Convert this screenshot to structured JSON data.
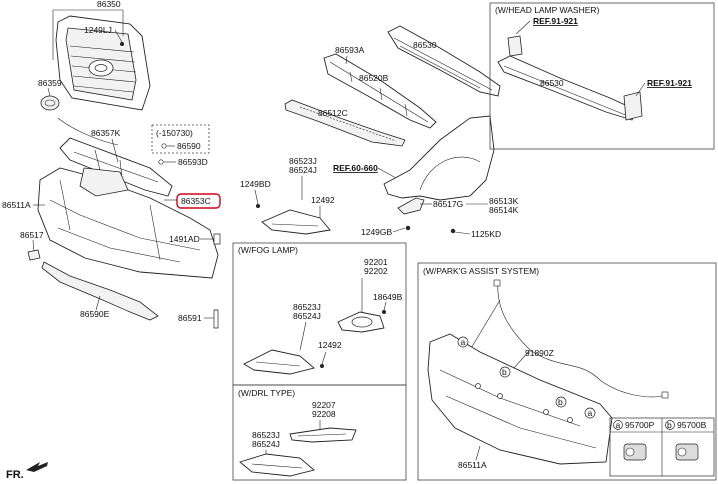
{
  "labels": {
    "grille_top": "86350",
    "grille_screw": "1249LJ",
    "emblem": "86359",
    "molding_upper": "86357K",
    "date_code": "(-150730)",
    "clip_86590": "86590",
    "clip_86593D": "86593D",
    "bumper_front": "86511A",
    "highlighted_part": "86353C",
    "bracket_86517": "86517",
    "clip_1491AD": "1491AD",
    "lip_86590E": "86590E",
    "screw_86591": "86591",
    "absorber_86593A": "86593A",
    "rail_86530": "86530",
    "absorber_86520B": "86520B",
    "grille_lower_86512C": "86512C",
    "cover_86523J": "86523J",
    "cover_86524J": "86524J",
    "screw_1249BD": "1249BD",
    "screw_12492": "12492",
    "fender_ref": "REF.60-660",
    "bracket_86517G": "86517G",
    "bracket_86513K": "86513K",
    "bracket_86514K": "86514K",
    "bolt_1249GB": "1249GB",
    "bolt_1125KD": "1125KD",
    "fog_lamp_92201": "92201",
    "fog_lamp_92202": "92202",
    "screw_18649B": "18649B",
    "drl_92207": "92207",
    "drl_92208": "92208",
    "ref_91_921": "REF.91-921",
    "harness_91890Z": "91890Z",
    "bumper_86511A": "86511A",
    "sensor_95700P": "95700P",
    "sensor_95700B": "95700B",
    "marker_a": "a",
    "marker_b": "b",
    "front_arrow": "FR."
  },
  "boxes": {
    "head_lamp_washer": "(W/HEAD LAMP WASHER)",
    "fog_lamp": "(W/FOG LAMP)",
    "drl": "(W/DRL TYPE)",
    "park_assist": "(W/PARK'G ASSIST SYSTEM)"
  },
  "colors": {
    "highlight": "#d0021b"
  }
}
